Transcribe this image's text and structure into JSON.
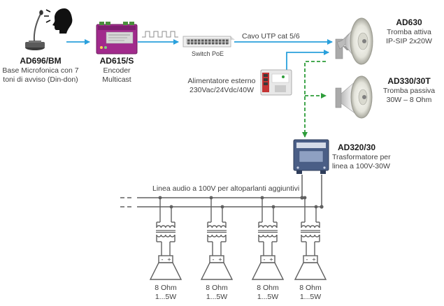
{
  "colors": {
    "signal": "#2aa0dc",
    "power": "#2e9d3a",
    "line": "#606060",
    "encoder_body": "#a12a8c",
    "encoder_label": "#c9c9c9",
    "transformer_body": "#4a5e86"
  },
  "mic": {
    "model": "AD696/BM",
    "desc_line1": "Base Microfonica con 7",
    "desc_line2": "toni di avviso (Din-don)",
    "icon": "desk-microphone-icon",
    "speech_icon": "speaking-head-icon"
  },
  "encoder": {
    "model": "AD615/S",
    "desc_line1": "Encoder",
    "desc_line2": "Multicast",
    "icon": "din-rail-encoder-icon"
  },
  "switch": {
    "label": "Switch PoE",
    "icon": "network-switch-icon"
  },
  "cable_label": "Cavo UTP cat 5/6",
  "psu": {
    "desc_line1": "Alimentatore esterno",
    "desc_line2": "230Vac/24Vdc/40W",
    "icon": "din-rail-power-supply-icon"
  },
  "horn_active": {
    "model": "AD630",
    "desc_line1": "Tromba attiva",
    "desc_line2": "IP-SIP 2x20W",
    "icon": "horn-speaker-icon"
  },
  "horn_passive": {
    "model": "AD330/30T",
    "desc_line1": "Tromba passiva",
    "desc_line2": "30W – 8 Ohm",
    "icon": "horn-speaker-icon"
  },
  "transformer": {
    "model": "AD320/30",
    "desc_line1": "Trasformatore per",
    "desc_line2": "linea a 100V-30W",
    "icon": "transformer-module-icon"
  },
  "line_label": "Linea audio a 100V per altoparlanti aggiuntivi",
  "speakers": [
    {
      "ohm": "8 Ohm",
      "power": "1...5W",
      "minus": "-",
      "plus": "+"
    },
    {
      "ohm": "8 Ohm",
      "power": "1...5W",
      "minus": "-",
      "plus": "+"
    },
    {
      "ohm": "8 Ohm",
      "power": "1...5W",
      "minus": "-",
      "plus": "+"
    },
    {
      "ohm": "8 Ohm",
      "power": "1...5W",
      "minus": "-",
      "plus": "+"
    }
  ]
}
